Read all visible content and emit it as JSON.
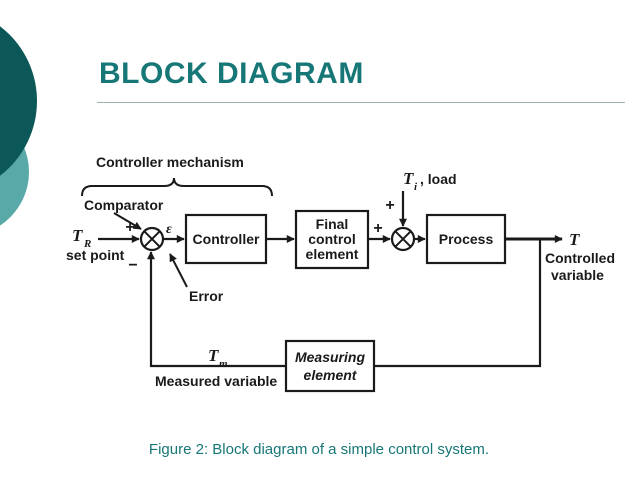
{
  "slide": {
    "title": "BLOCK DIAGRAM",
    "caption": "Figure 2: Block diagram of a simple control system."
  },
  "colors": {
    "accent_teal": "#177777",
    "decor_circle_dark": "#0c5858",
    "decor_circle_light": "#5aa9a9",
    "diagram_ink": "#1a1a1a"
  },
  "diagram": {
    "labels": {
      "mechanism": "Controller mechanism",
      "comparator": "Comparator",
      "set_point": "set point",
      "error": "Error",
      "load": ", load",
      "controlled_line1": "Controlled",
      "controlled_line2": "variable",
      "measured": "Measured variable"
    },
    "symbols": {
      "t_setpoint": "T",
      "t_setpoint_sub": "R",
      "t_load": "T",
      "t_load_sub": "i",
      "t_output": "T",
      "t_measured": "T",
      "t_measured_sub": "m",
      "epsilon": "ε",
      "plus_setpoint": "+",
      "plus_final": "+",
      "plus_load": "+",
      "minus_feedback": "−"
    },
    "boxes": {
      "controller": [
        "Controller"
      ],
      "final": [
        "Final",
        "control",
        "element"
      ],
      "process": [
        "Process"
      ],
      "measuring": [
        "Measuring",
        "element"
      ]
    }
  }
}
